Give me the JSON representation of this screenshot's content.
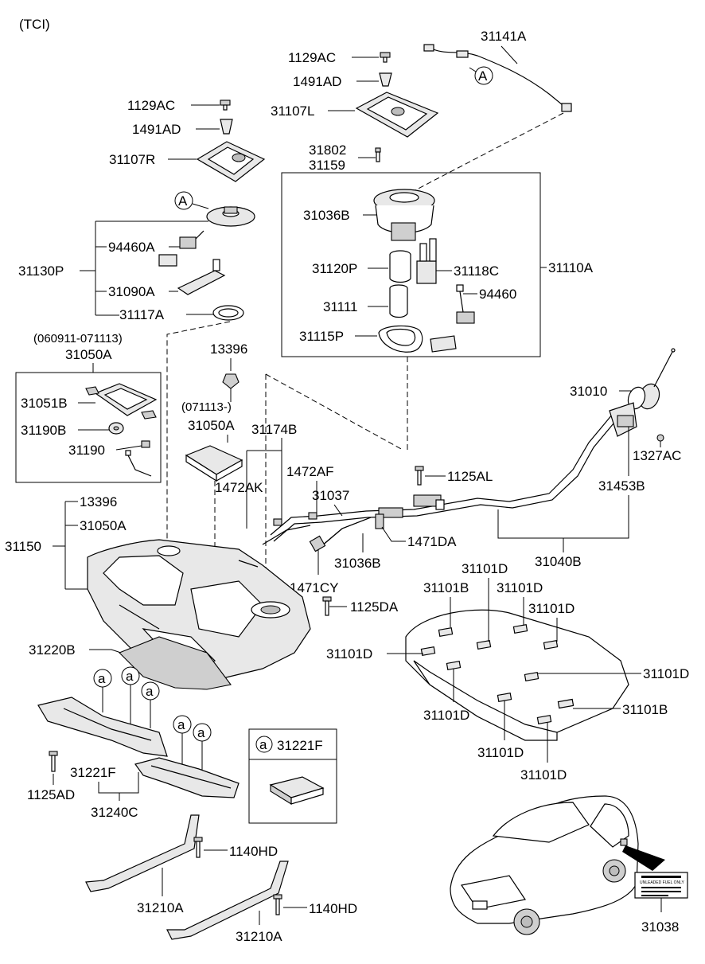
{
  "diagram": {
    "header": "(TCI)",
    "callouts": {
      "l31141A": "31141A",
      "l1129AC_a": "1129AC",
      "l1491AD_a": "1491AD",
      "l31107L": "31107L",
      "l1129AC_b": "1129AC",
      "l1491AD_b": "1491AD",
      "l31107R": "31107R",
      "l31802": "31802",
      "l31159": "31159",
      "l31036B_a": "31036B",
      "l31110A": "31110A",
      "l31120P": "31120P",
      "l31118C": "31118C",
      "l31111": "31111",
      "l94460": "94460",
      "l31115P": "31115P",
      "l31130P": "31130P",
      "l94460A": "94460A",
      "l31090A": "31090A",
      "l31117A": "31117A",
      "l_date_range": "(060911-071113)",
      "l31050A_a": "31050A",
      "l31051B": "31051B",
      "l31190B": "31190B",
      "l31190": "31190",
      "l13396_a": "13396",
      "l_date_from": "(071113-)",
      "l31050A_b": "31050A",
      "l31174B": "31174B",
      "l1472AF": "1472AF",
      "l1472AK": "1472AK",
      "l31037": "31037",
      "l1125AL": "1125AL",
      "l31010": "31010",
      "l1327AC": "1327AC",
      "l31453B": "31453B",
      "l13396_b": "13396",
      "l31050A_c": "31050A",
      "l31150": "31150",
      "l1471DA": "1471DA",
      "l31036B_b": "31036B",
      "l31040B": "31040B",
      "l1471CY": "1471CY",
      "l1125DA": "1125DA",
      "l31101D_1": "31101D",
      "l31101B_1": "31101B",
      "l31101D_2": "31101D",
      "l31101D_3": "31101D",
      "l31101D_4": "31101D",
      "l31101D_5": "31101D",
      "l31101D_6": "31101D",
      "l31101B_2": "31101B",
      "l31101D_7": "31101D",
      "l31101D_8": "31101D",
      "l31220B": "31220B",
      "l31221F_a": "31221F",
      "l1125AD": "1125AD",
      "l31240C": "31240C",
      "l31221F_box": "31221F",
      "l1140HD_a": "1140HD",
      "l31210A_a": "31210A",
      "l1140HD_b": "1140HD",
      "l31210A_b": "31210A",
      "l31038": "31038"
    },
    "markers": {
      "big_a": "A",
      "small_a": "a"
    },
    "label_plate_lines": {
      "line1": "UNLEADED FUEL ONLY"
    }
  }
}
